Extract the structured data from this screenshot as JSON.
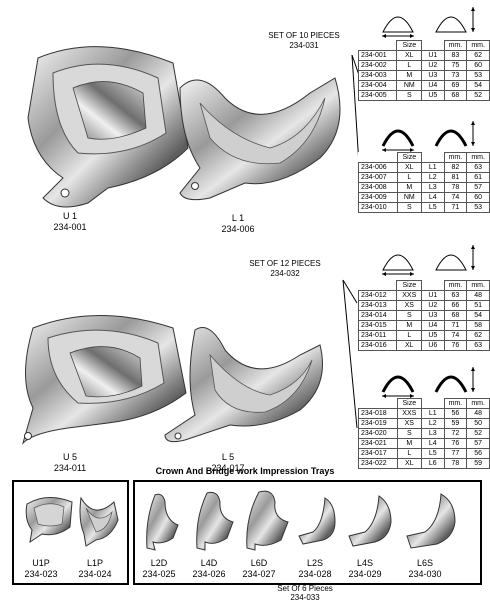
{
  "upper_section": {
    "tray_u1": {
      "name": "U 1",
      "code": "234-001"
    },
    "tray_l1": {
      "name": "L 1",
      "code": "234-006"
    },
    "set_label": "SET OF 10 PIECES",
    "set_code": "234-031",
    "table_upper": {
      "headers": [
        "Size",
        "mm.",
        "mm."
      ],
      "rows": [
        [
          "234-001",
          "XL",
          "U1",
          "83",
          "62"
        ],
        [
          "234-002",
          "L",
          "U2",
          "75",
          "60"
        ],
        [
          "234-003",
          "M",
          "U3",
          "73",
          "53"
        ],
        [
          "234-004",
          "NM",
          "U4",
          "69",
          "54"
        ],
        [
          "234-005",
          "S",
          "U5",
          "68",
          "52"
        ]
      ]
    },
    "table_lower": {
      "headers": [
        "Size",
        "mm.",
        "mm."
      ],
      "rows": [
        [
          "234-006",
          "XL",
          "L1",
          "82",
          "63"
        ],
        [
          "234-007",
          "L",
          "L2",
          "81",
          "61"
        ],
        [
          "234-008",
          "M",
          "L3",
          "78",
          "57"
        ],
        [
          "234-009",
          "NM",
          "L4",
          "74",
          "60"
        ],
        [
          "234-010",
          "S",
          "L5",
          "71",
          "53"
        ]
      ]
    }
  },
  "middle_section": {
    "tray_u5": {
      "name": "U 5",
      "code": "234-011"
    },
    "tray_l5": {
      "name": "L 5",
      "code": "234-017"
    },
    "set_label": "SET OF 12 PIECES",
    "set_code": "234-032",
    "table_upper": {
      "headers": [
        "Size",
        "mm.",
        "mm."
      ],
      "rows": [
        [
          "234-012",
          "XXS",
          "U1",
          "63",
          "48"
        ],
        [
          "234-013",
          "XS",
          "U2",
          "66",
          "51"
        ],
        [
          "234-014",
          "S",
          "U3",
          "68",
          "54"
        ],
        [
          "234-015",
          "M",
          "U4",
          "71",
          "58"
        ],
        [
          "234-011",
          "L",
          "U5",
          "74",
          "62"
        ],
        [
          "234-016",
          "XL",
          "U6",
          "76",
          "63"
        ]
      ]
    },
    "table_lower": {
      "headers": [
        "Size",
        "mm.",
        "mm."
      ],
      "rows": [
        [
          "234-018",
          "XXS",
          "L1",
          "56",
          "48"
        ],
        [
          "234-019",
          "XS",
          "L2",
          "59",
          "50"
        ],
        [
          "234-020",
          "S",
          "L3",
          "72",
          "52"
        ],
        [
          "234-021",
          "M",
          "L4",
          "76",
          "57"
        ],
        [
          "234-017",
          "L",
          "L5",
          "77",
          "56"
        ],
        [
          "234-022",
          "XL",
          "L6",
          "78",
          "59"
        ]
      ]
    }
  },
  "bottom_section": {
    "heading": "Crown And Bridge work Impression Trays",
    "box1_items": [
      {
        "name": "U1P",
        "code": "234-023"
      },
      {
        "name": "L1P",
        "code": "234-024"
      }
    ],
    "box2_items": [
      {
        "name": "L2D",
        "code": "234-025"
      },
      {
        "name": "L4D",
        "code": "234-026"
      },
      {
        "name": "L6D",
        "code": "234-027"
      },
      {
        "name": "L2S",
        "code": "234-028"
      },
      {
        "name": "L4S",
        "code": "234-029"
      },
      {
        "name": "L6S",
        "code": "234-030"
      }
    ],
    "set_label": "Set Of 6 Pieces",
    "set_code": "234-033"
  }
}
